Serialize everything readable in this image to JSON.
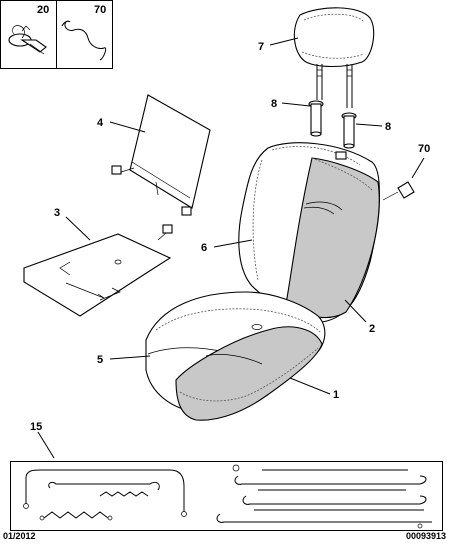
{
  "inset_boxes": [
    {
      "label": "20",
      "icon": "clip-icon"
    },
    {
      "label": "70",
      "icon": "wire-hook-icon"
    }
  ],
  "callouts": {
    "headrest": "7",
    "guide_left": "8",
    "guide_right": "8",
    "back_panel": "4",
    "backrest_label_tag": "70",
    "backrest_frame": "6",
    "heating_mat": "3",
    "backrest_cover": "2",
    "cushion_foam": "5",
    "cushion_cover": "1",
    "wire_kit": "15"
  },
  "footer": {
    "date": "01/2012",
    "reference": "00093913"
  }
}
